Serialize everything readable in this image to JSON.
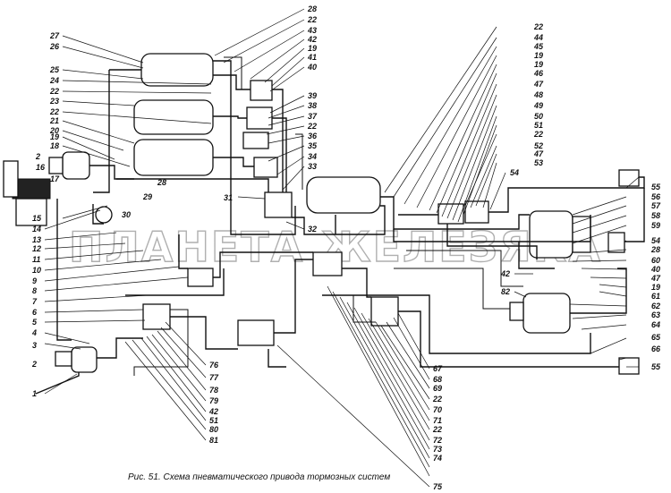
{
  "caption": "Рис. 51. Схема пневматического привода тормозных систем",
  "watermark": "ПЛАНЕТА ЖЕЛЕЗЯКА",
  "callouts": {
    "left": [
      "27",
      "26",
      "25",
      "24",
      "22",
      "23",
      "22",
      "21",
      "20",
      "19",
      "18",
      "2",
      "16",
      "17",
      "28",
      "29",
      "30",
      "15",
      "14",
      "13",
      "12",
      "11",
      "10",
      "9",
      "8",
      "7",
      "6",
      "5",
      "4",
      "3",
      "2",
      "1"
    ],
    "top_middle": [
      "28",
      "22",
      "43",
      "42",
      "19",
      "41",
      "40",
      "39",
      "38",
      "37",
      "22",
      "36",
      "35",
      "34",
      "33",
      "31",
      "32"
    ],
    "top_right": [
      "22",
      "44",
      "45",
      "19",
      "19",
      "46",
      "47",
      "48",
      "49",
      "50",
      "51",
      "22",
      "52",
      "47",
      "53",
      "54",
      "55"
    ],
    "right": [
      "56",
      "57",
      "58",
      "59",
      "54",
      "28",
      "60",
      "40",
      "47",
      "19",
      "61",
      "62",
      "63",
      "64",
      "65",
      "66",
      "55",
      "42",
      "82"
    ],
    "bottom": [
      "76",
      "77",
      "78",
      "79",
      "42",
      "51",
      "80",
      "81",
      "67",
      "68",
      "69",
      "22",
      "70",
      "71",
      "22",
      "72",
      "73",
      "74",
      "75"
    ]
  }
}
